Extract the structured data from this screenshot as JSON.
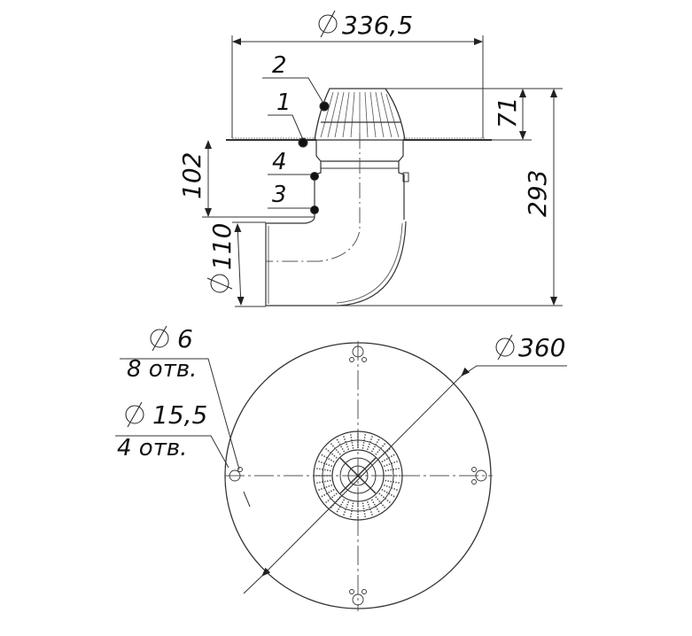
{
  "side_view": {
    "flange_diameter": "336,5",
    "dome_height": "71",
    "total_height": "293",
    "body_height": "102",
    "outlet_diameter": "110",
    "callouts": [
      "1",
      "2",
      "3",
      "4"
    ]
  },
  "top_view": {
    "disc_diameter": "360",
    "small_holes": {
      "diameter": "6",
      "count": "8 отв."
    },
    "large_holes": {
      "diameter": "15,5",
      "count": "4 отв."
    }
  },
  "symbols": {
    "diameter": "Ø"
  },
  "colors": {
    "line": "#222222",
    "background": "#ffffff"
  }
}
